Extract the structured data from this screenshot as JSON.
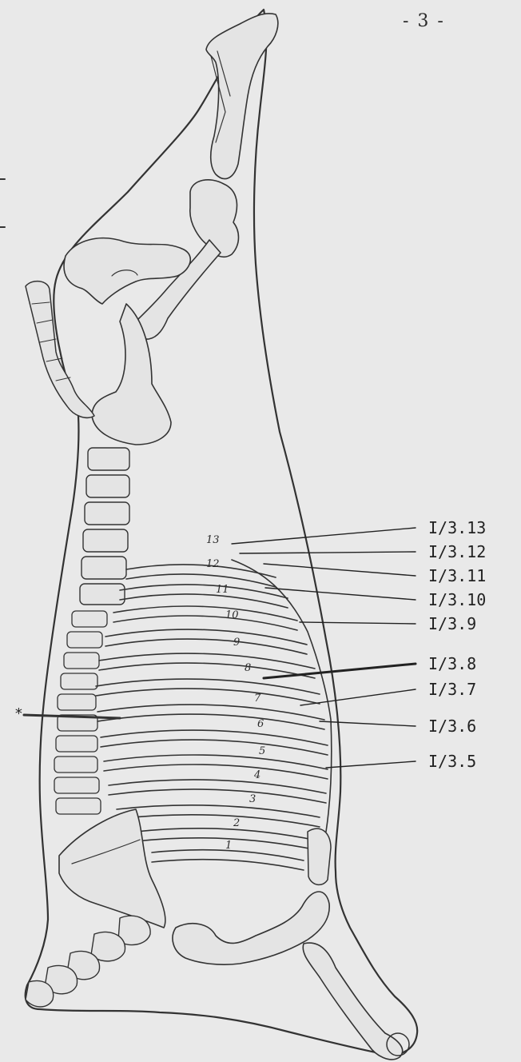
{
  "page_number": "- 3 -",
  "callouts": [
    {
      "id": "13",
      "label": "I/3.13"
    },
    {
      "id": "12",
      "label": "I/3.12"
    },
    {
      "id": "11",
      "label": "I/3.11"
    },
    {
      "id": "10",
      "label": "I/3.10"
    },
    {
      "id": "9",
      "label": "I/3.9"
    },
    {
      "id": "8",
      "label": "I/3.8"
    },
    {
      "id": "7",
      "label": "I/3.7"
    },
    {
      "id": "6",
      "label": "I/3.6"
    },
    {
      "id": "5",
      "label": "I/3.5"
    }
  ],
  "rib_numbers": [
    "13",
    "12",
    "11",
    "10",
    "9",
    "8",
    "7",
    "6",
    "5",
    "4",
    "3",
    "2",
    "1"
  ],
  "cut_marker": "*"
}
